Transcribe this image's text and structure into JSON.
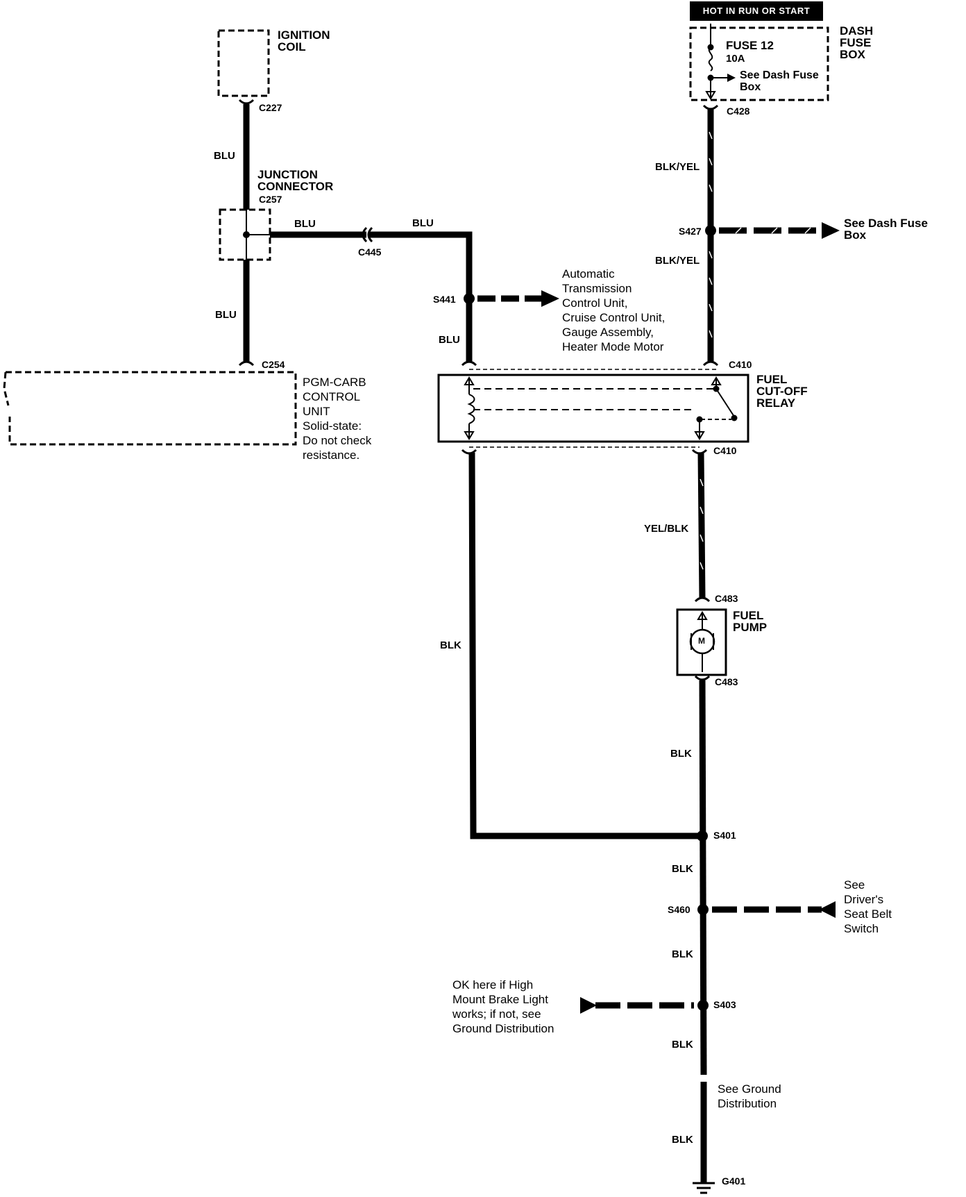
{
  "power_banner": "HOT IN RUN OR START",
  "components": {
    "ignition_coil": "IGNITION\nCOIL",
    "junction_connector": "JUNCTION\nCONNECTOR",
    "dash_fuse_box": "DASH\nFUSE\nBOX",
    "fuse_name": "FUSE 12",
    "fuse_rating": "10A",
    "fuse_note": "See Dash Fuse\nBox",
    "pgm_carb": "PGM-CARB\nCONTROL\nUNIT\nSolid-state:\nDo not check\nresistance.",
    "fuel_cutoff_relay": "FUEL\nCUT-OFF\nRELAY",
    "fuel_pump": "FUEL\nPUMP",
    "motor_symbol": "M"
  },
  "connectors": {
    "c227": "C227",
    "c257": "C257",
    "c254": "C254",
    "c445": "C445",
    "c428": "C428",
    "c410_top": "C410",
    "c410_bottom": "C410",
    "c483_top": "C483",
    "c483_bottom": "C483"
  },
  "splices": {
    "s441": "S441",
    "s427": "S427",
    "s401": "S401",
    "s460": "S460",
    "s403": "S403",
    "g401": "G401"
  },
  "wire_colors": {
    "blu_1": "BLU",
    "blu_2": "BLU",
    "blu_3": "BLU",
    "blu_4": "BLU",
    "blu_5": "BLU",
    "blk_yel_1": "BLK/YEL",
    "blk_yel_2": "BLK/YEL",
    "yel_blk": "YEL/BLK",
    "blk_1": "BLK",
    "blk_2": "BLK",
    "blk_3": "BLK",
    "blk_4": "BLK",
    "blk_5": "BLK",
    "blk_6": "BLK"
  },
  "notes": {
    "s441_dest": "Automatic\nTransmission\nControl Unit,\nCruise Control Unit,\nGauge Assembly,\nHeater Mode Motor",
    "s427_dest": "See Dash Fuse\nBox",
    "s460_dest": "See\nDriver's\nSeat Belt\nSwitch",
    "s403_note": "OK here if High\nMount Brake Light\nworks; if not, see\nGround Distribution",
    "ground_note": "See Ground\nDistribution"
  }
}
